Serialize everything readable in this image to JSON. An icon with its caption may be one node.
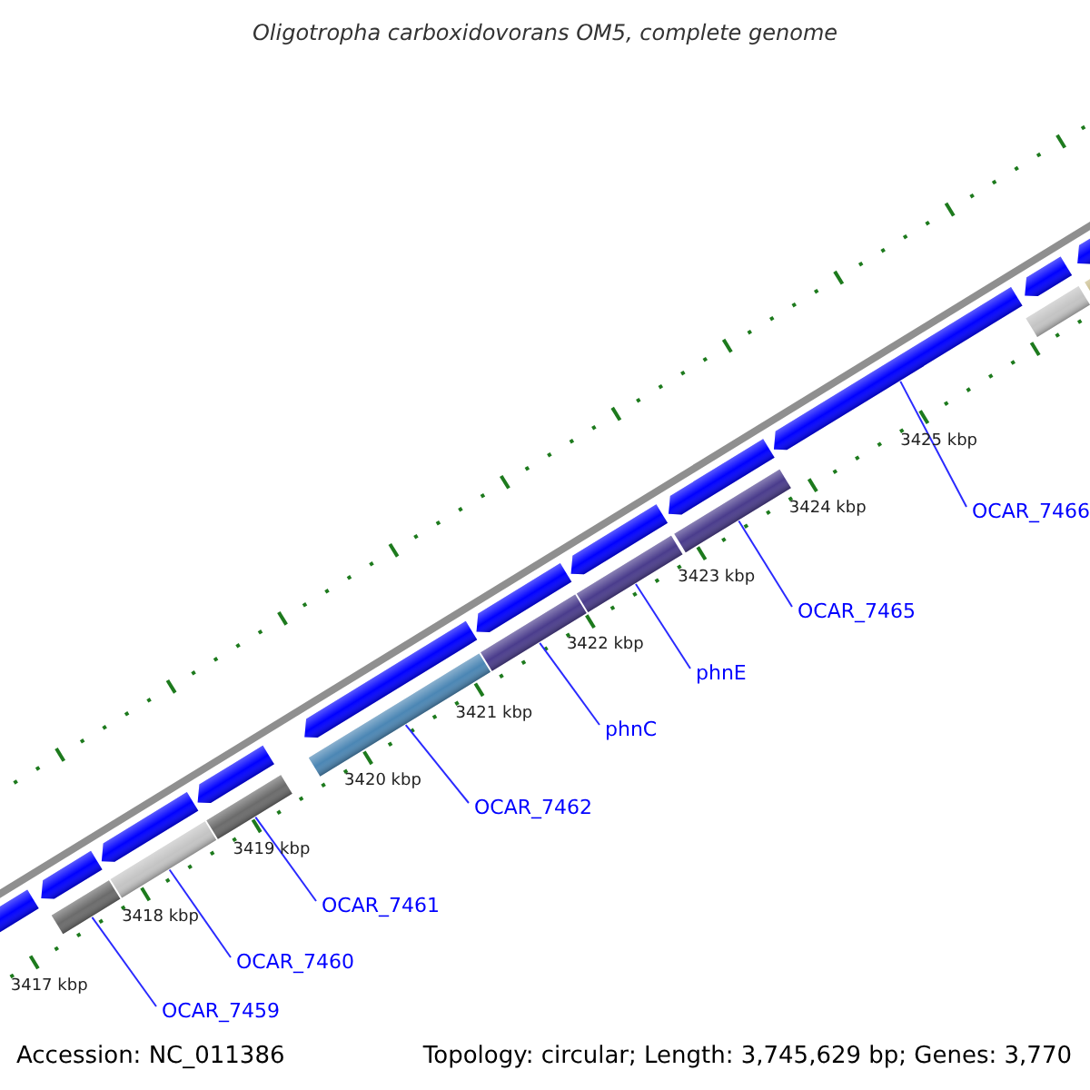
{
  "diagram": {
    "title": "Oligotropha carboxidovorans OM5, complete genome",
    "nodes": [
      {
        "text": [
          "OCAR_7459"
        ]
      },
      {
        "text": [
          "OCAR_7460"
        ]
      },
      {
        "text": [
          "OCAR_7461"
        ]
      },
      {
        "text": [
          "OCAR_7462"
        ]
      },
      {
        "text": [
          "phnC"
        ]
      },
      {
        "text": [
          "phnE"
        ]
      },
      {
        "text": [
          "OCAR_7465"
        ]
      },
      {
        "text": [
          "OCAR_7466"
        ]
      },
      {
        "text": [],
        "shape": "bar"
      },
      {
        "text": [],
        "shape": "bar"
      },
      {
        "text": [],
        "shape": "bar"
      },
      {
        "text": [],
        "shape": "bar"
      },
      {
        "text": [],
        "shape": "bar"
      },
      {
        "text": [],
        "shape": "bar"
      },
      {
        "text": [],
        "shape": "bar"
      },
      {
        "text": [],
        "shape": "bar"
      }
    ],
    "edges": [
      {
        "from": 0,
        "to": 8,
        "arrow": "none"
      },
      {
        "from": 1,
        "to": 9,
        "arrow": "none"
      },
      {
        "from": 2,
        "to": 10,
        "arrow": "none"
      },
      {
        "from": 3,
        "to": 11,
        "arrow": "none"
      },
      {
        "from": 4,
        "to": 12,
        "arrow": "none"
      },
      {
        "from": 5,
        "to": 13,
        "arrow": "none"
      },
      {
        "from": 6,
        "to": 14,
        "arrow": "none"
      },
      {
        "from": 7,
        "to": 15,
        "arrow": "none"
      }
    ],
    "labels": [
      "3417 kbp",
      "3418 kbp",
      "3419 kbp",
      "3420 kbp",
      "3421 kbp",
      "3422 kbp",
      "3423 kbp",
      "3424 kbp",
      "3425 kbp",
      "Accession: NC_011386",
      "Topology: circular; Length: 3,745,629 bp; Genes: 3,770"
    ]
  }
}
